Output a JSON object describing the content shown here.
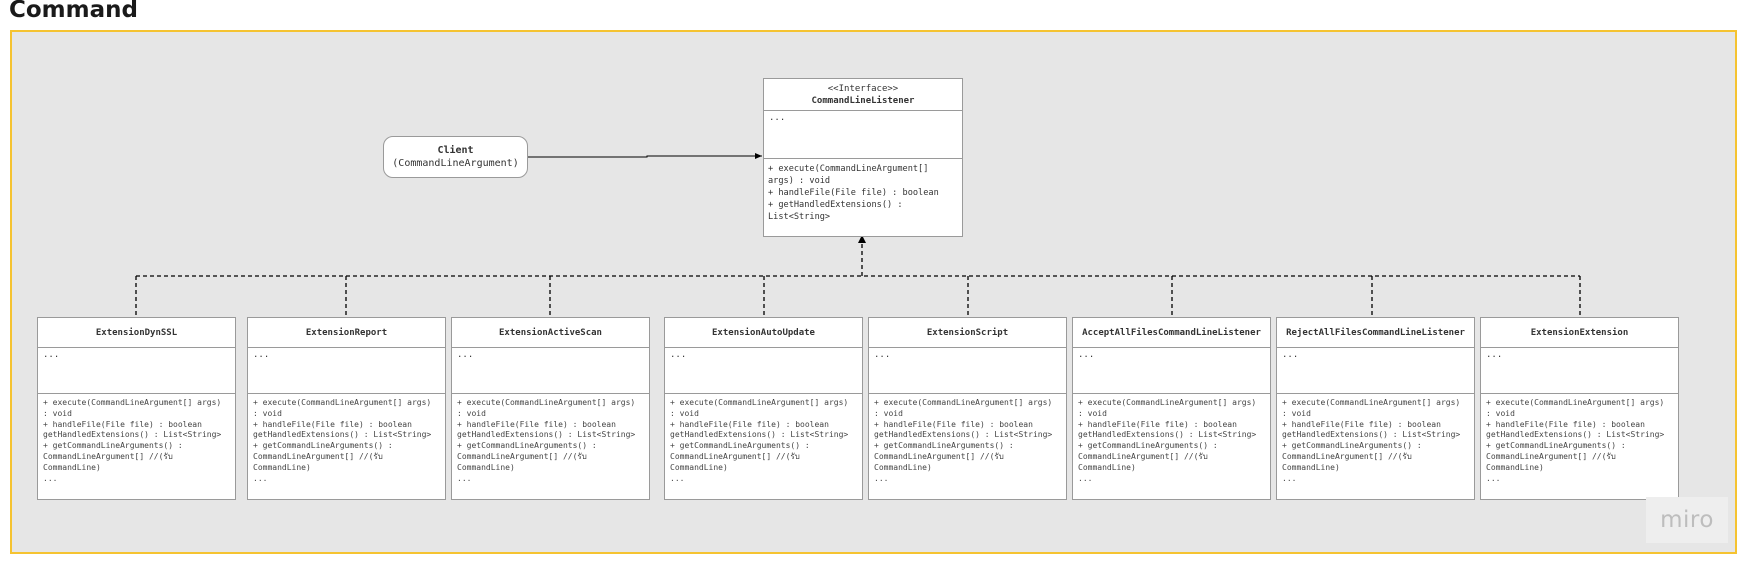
{
  "page": {
    "title": "Command"
  },
  "interface": {
    "stereotype": "<<Interface>>",
    "name": "CommandLineListener",
    "attributes": "...",
    "operations": "+ execute(CommandLineArgument[] args) : void\n+ handleFile(File file) : boolean\n+ getHandledExtensions() : List<String>"
  },
  "client": {
    "name": "Client",
    "argument": "(CommandLineArgument)"
  },
  "implementations": [
    {
      "name": "ExtensionDynSSL",
      "attributes": "...",
      "operations": "+ execute(CommandLineArgument[] args) : void\n+ handleFile(File file) : boolean getHandledExtensions() : List<String>\n+ getCommandLineArguments() : CommandLineArgument[] //(รับ CommandLine)\n..."
    },
    {
      "name": "ExtensionReport",
      "attributes": "...",
      "operations": "+ execute(CommandLineArgument[] args) : void\n+ handleFile(File file) : boolean getHandledExtensions() : List<String>\n+ getCommandLineArguments() : CommandLineArgument[] //(รับ CommandLine)\n..."
    },
    {
      "name": "ExtensionActiveScan",
      "attributes": "...",
      "operations": "+ execute(CommandLineArgument[] args) : void\n+ handleFile(File file) : boolean getHandledExtensions() : List<String>\n+ getCommandLineArguments() : CommandLineArgument[] //(รับ CommandLine)\n..."
    },
    {
      "name": "ExtensionAutoUpdate",
      "attributes": "...",
      "operations": "+ execute(CommandLineArgument[] args) : void\n+ handleFile(File file) : boolean getHandledExtensions() : List<String>\n+ getCommandLineArguments() : CommandLineArgument[] //(รับ CommandLine)\n..."
    },
    {
      "name": "ExtensionScript",
      "attributes": "...",
      "operations": "+ execute(CommandLineArgument[] args) : void\n+ handleFile(File file) : boolean getHandledExtensions() : List<String>\n+ getCommandLineArguments() : CommandLineArgument[] //(รับ CommandLine)\n..."
    },
    {
      "name": "AcceptAllFilesCommandLineListener",
      "attributes": "...",
      "operations": "+ execute(CommandLineArgument[] args) : void\n+ handleFile(File file) : boolean getHandledExtensions() : List<String>\n+ getCommandLineArguments() : CommandLineArgument[] //(รับ CommandLine)\n..."
    },
    {
      "name": "RejectAllFilesCommandLineListener",
      "attributes": "...",
      "operations": "+ execute(CommandLineArgument[] args) : void\n+ handleFile(File file) : boolean getHandledExtensions() : List<String>\n+ getCommandLineArguments() : CommandLineArgument[] //(รับ CommandLine)\n..."
    },
    {
      "name": "ExtensionExtension",
      "attributes": "...",
      "operations": "+ execute(CommandLineArgument[] args) : void\n+ handleFile(File file) : boolean getHandledExtensions() : List<String>\n+ getCommandLineArguments() : CommandLineArgument[] //(รับ CommandLine)\n..."
    }
  ],
  "watermark": {
    "text": "miro"
  },
  "colors": {
    "frame_border": "#f5c331",
    "frame_fill": "#e6e6e6",
    "line": "#000000"
  }
}
